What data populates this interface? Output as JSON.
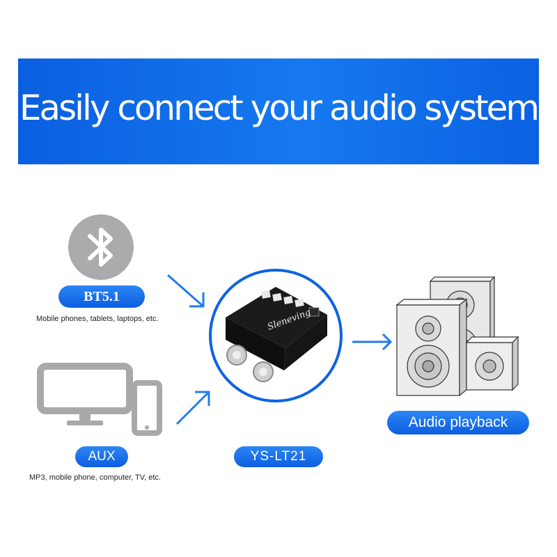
{
  "banner": {
    "title": "Easily connect your audio system"
  },
  "bluetooth": {
    "label": "BT5.1",
    "caption": "Mobile phones, tablets, laptops, etc."
  },
  "aux": {
    "label": "AUX",
    "caption": "MP3, mobile phone, computer, TV, etc."
  },
  "device": {
    "model_label": "YS-LT21",
    "brand": "Sleneving"
  },
  "output": {
    "label": "Audio playback"
  },
  "colors": {
    "banner_blue": "#0a5fe0",
    "accent_blue": "#1f7cf0",
    "icon_gray": "#a9a9a9"
  },
  "icons": [
    "bluetooth-icon",
    "monitor-icon",
    "smartphone-icon",
    "amplifier-board",
    "speakers-icon",
    "arrow-icon"
  ]
}
